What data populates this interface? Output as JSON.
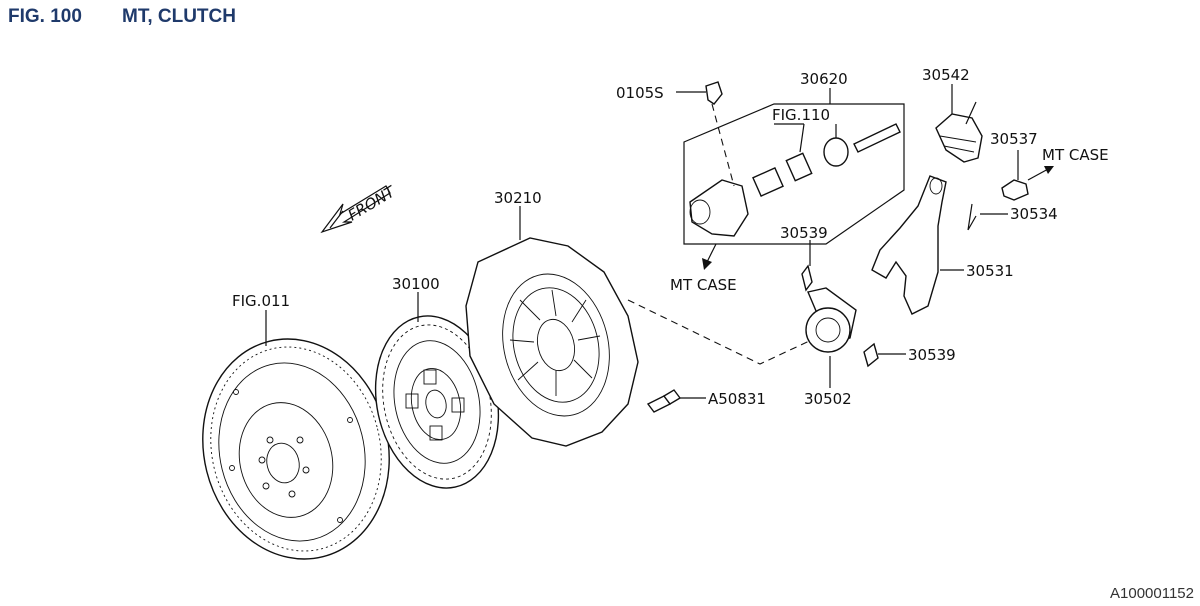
{
  "header": {
    "fig_number": "FIG. 100",
    "fig_title": "MT, CLUTCH"
  },
  "diagram_code": "A100001152",
  "front_label": "FRONT",
  "labels": {
    "flywheel": "FIG.011",
    "disc": "30100",
    "cover": "30210",
    "bolt_a": "A50831",
    "bearing": "30502",
    "clip_small": "30539",
    "clip_lower": "30539",
    "fork": "30531",
    "boot": "30542",
    "pivot": "30537",
    "pivot_target": "MT CASE",
    "spring_clip": "30534",
    "slave_cyl": "30620",
    "slave_ref": "FIG.110",
    "slave_bolt": "0105S",
    "slave_target": "MT CASE"
  },
  "colors": {
    "header_text": "#1f3a6b",
    "line": "#111111",
    "background": "#ffffff"
  }
}
